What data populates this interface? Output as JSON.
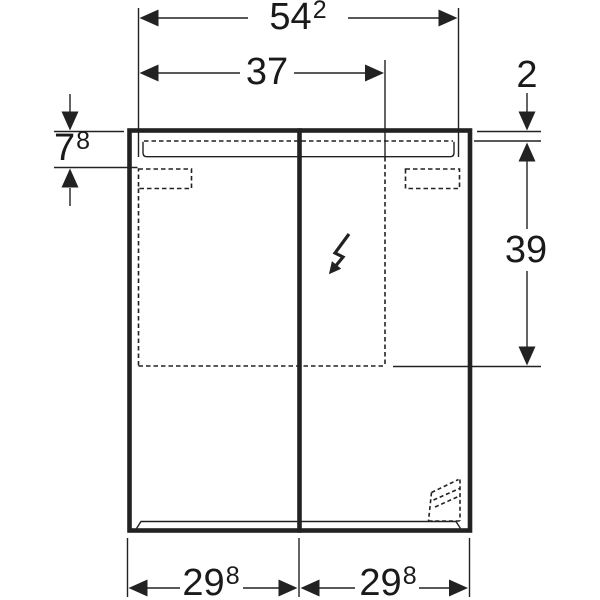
{
  "drawing": {
    "type": "front-elevation-dimension-drawing",
    "subject": "two-door mirror cabinet with light",
    "colors": {
      "line": "#222222",
      "text": "#1a1a1a",
      "background": "#ffffff"
    },
    "symbols": {
      "electrical_connection": "lightning-arrow"
    }
  },
  "dimensions": {
    "overall_width": {
      "value": "54",
      "sup": "2"
    },
    "inner_width": {
      "value": "37",
      "sup": ""
    },
    "top_gap": {
      "value": "2",
      "sup": ""
    },
    "top_section_height": {
      "value": "7",
      "sup": "8"
    },
    "side_height": {
      "value": "39",
      "sup": ""
    },
    "door_width_left": {
      "value": "29",
      "sup": "8"
    },
    "door_width_right": {
      "value": "29",
      "sup": "8"
    }
  }
}
